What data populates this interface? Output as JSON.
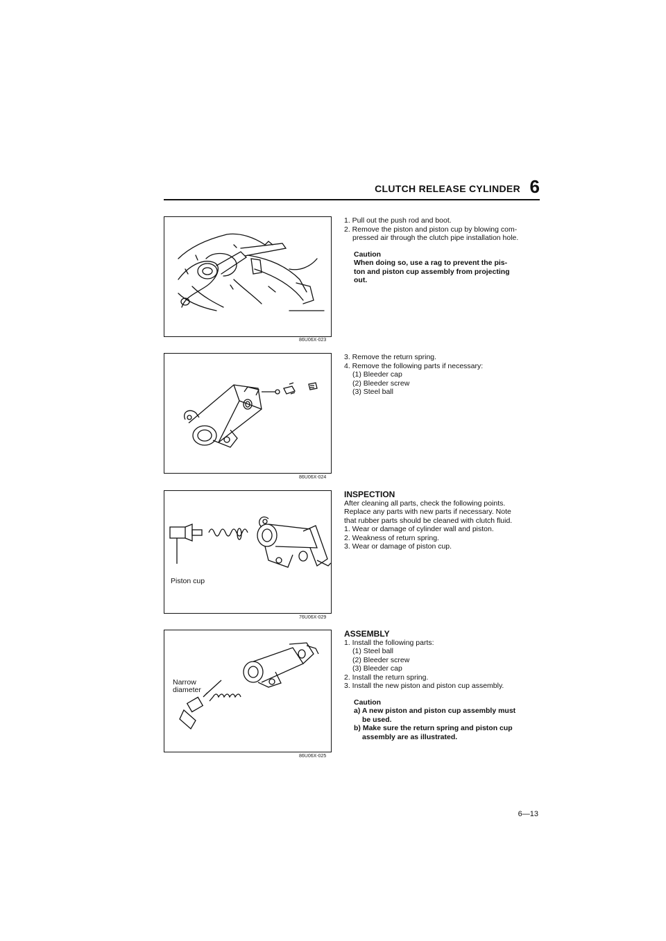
{
  "header": {
    "title": "CLUTCH RELEASE CYLINDER",
    "chapter": "6"
  },
  "figures": [
    {
      "code": "86U06X-023"
    },
    {
      "code": "86U06X-024"
    },
    {
      "code": "76U06X-029",
      "label": "Piston cup"
    },
    {
      "code": "86U06X-025",
      "label_line1": "Narrow",
      "label_line2": "diameter"
    }
  ],
  "section1": {
    "step1": "1. Pull out the push rod and boot.",
    "step2a": "2. Remove the piston and piston cup by blowing com-",
    "step2b": "pressed air through the clutch pipe installation hole.",
    "caution_title": "Caution",
    "caution1": "When doing so, use a rag to prevent the pis-",
    "caution2": "ton and piston cup assembly from projecting",
    "caution3": "out."
  },
  "section2": {
    "step3": "3. Remove the return spring.",
    "step4": "4. Remove the following parts if necessary:",
    "sub1": "(1) Bleeder cap",
    "sub2": "(2) Bleeder screw",
    "sub3": "(3) Steel ball"
  },
  "inspection": {
    "heading": "INSPECTION",
    "p1": "After cleaning all parts, check the following points.",
    "p2": "Replace any parts with new parts if necessary. Note",
    "p3": "that rubber parts should be cleaned with clutch fluid.",
    "i1": "1. Wear or damage of cylinder wall and piston.",
    "i2": "2. Weakness of return spring.",
    "i3": "3. Wear or damage of piston cup."
  },
  "assembly": {
    "heading": "ASSEMBLY",
    "s1": "1. Install the following parts:",
    "sub1": "(1) Steel ball",
    "sub2": "(2) Bleeder screw",
    "sub3": "(3) Bleeder cap",
    "s2": "2. Install the return spring.",
    "s3": "3. Install the new piston and piston cup assembly.",
    "caution_title": "Caution",
    "ca1": "a) A new piston and piston cup assembly must",
    "ca2": "be used.",
    "cb1": "b) Make sure the return spring and piston cup",
    "cb2": "assembly are as illustrated."
  },
  "footer": {
    "page": "6—13"
  }
}
